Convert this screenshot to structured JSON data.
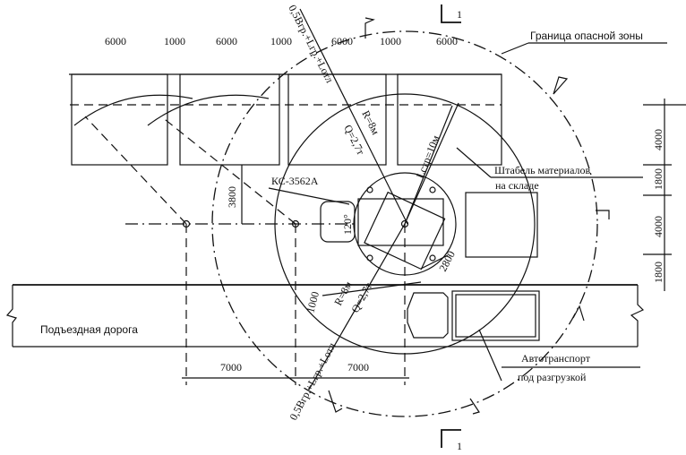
{
  "title_labels": {
    "danger_zone": "Граница опасной зоны",
    "stack_line1": "Штабель материалов",
    "stack_line2": "на складе",
    "crane": "КС-3562А",
    "road": "Подъездная дорога",
    "truck_line1": "Автотранспорт",
    "truck_line2": "под разгрузкой"
  },
  "top_dimensions": [
    "6000",
    "1000",
    "6000",
    "1000",
    "6000",
    "1000",
    "6000"
  ],
  "right_dimensions": [
    "4000",
    "1800",
    "4000",
    "1800"
  ],
  "bottom_dimensions": [
    "7000",
    "7000"
  ],
  "other_dimensions": {
    "offset": "3800",
    "crane_width": "2800",
    "angle": "120°",
    "short": "1000"
  },
  "crane_params": {
    "upper_formula": "0,5Bгр.+Lгр.+Lотл",
    "upper_radius": "R=8м",
    "upper_load": "Q=2,7т",
    "boom_length": "Lстр=10м",
    "lower_formula": "0,5Bгр.+Lгр.+Lотл",
    "lower_radius": "R=8м",
    "lower_load": "Q=2,7т"
  },
  "section_marks": {
    "top": "1",
    "bottom": "1"
  }
}
